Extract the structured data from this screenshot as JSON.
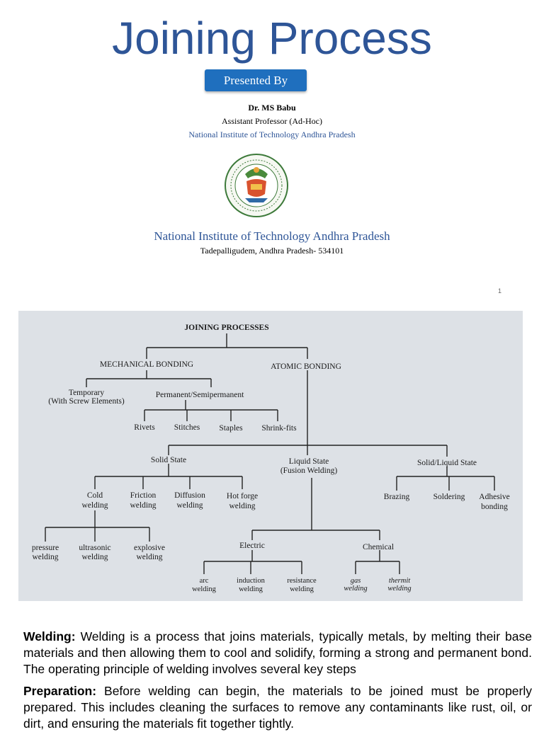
{
  "slide": {
    "title": "Joining Process",
    "presented_by": "Presented By",
    "author": "Dr. MS Babu",
    "role": "Assistant Professor (Ad-Hoc)",
    "institute_small": "National Institute of Technology Andhra Pradesh",
    "institute_large": "National Institute of Technology Andhra Pradesh",
    "address": "Tadepalligudem, Andhra Pradesh- 534101",
    "page_number": "1"
  },
  "diagram": {
    "root": "JOINING PROCESSES",
    "mechanical": "MECHANICAL BONDING",
    "atomic": "ATOMIC BONDING",
    "temporary_1": "Temporary",
    "temporary_2": "(With Screw Elements)",
    "permanent": "Permanent/Semipermanent",
    "rivets": "Rivets",
    "stitches": "Stitches",
    "staples": "Staples",
    "shrink_fits": "Shrink-fits",
    "solid_state": "Solid State",
    "liquid_state_1": "Liquid State",
    "liquid_state_2": "(Fusion Welding)",
    "solid_liquid": "Solid/Liquid State",
    "cold_1": "Cold",
    "cold_2": "welding",
    "friction_1": "Friction",
    "friction_2": "welding",
    "diffusion_1": "Diffusion",
    "diffusion_2": "welding",
    "hotforge_1": "Hot forge",
    "hotforge_2": "welding",
    "brazing": "Brazing",
    "soldering": "Soldering",
    "adhesive_1": "Adhesive",
    "adhesive_2": "bonding",
    "pressure_1": "pressure",
    "pressure_2": "welding",
    "ultrasonic_1": "ultrasonic",
    "ultrasonic_2": "welding",
    "explosive_1": "explosive",
    "explosive_2": "welding",
    "electric": "Electric",
    "chemical": "Chemical",
    "arc_1": "arc",
    "arc_2": "welding",
    "induction_1": "induction",
    "induction_2": "welding",
    "resistance_1": "resistance",
    "resistance_2": "welding",
    "gas_1": "gas",
    "gas_2": "welding",
    "thermit_1": "thermit",
    "thermit_2": "welding"
  },
  "content": {
    "welding_heading": "Welding:",
    "welding_text": " Welding is a process that joins materials, typically metals, by melting their base materials and then allowing them to cool and solidify, forming a strong and permanent bond. The operating principle of welding involves several key steps",
    "prep_heading": "Preparation:",
    "prep_text": " Before welding can begin, the materials to be joined must be properly prepared. This includes cleaning the surfaces to remove any contaminants like rust, oil, or dirt, and ensuring the materials fit together tightly."
  }
}
